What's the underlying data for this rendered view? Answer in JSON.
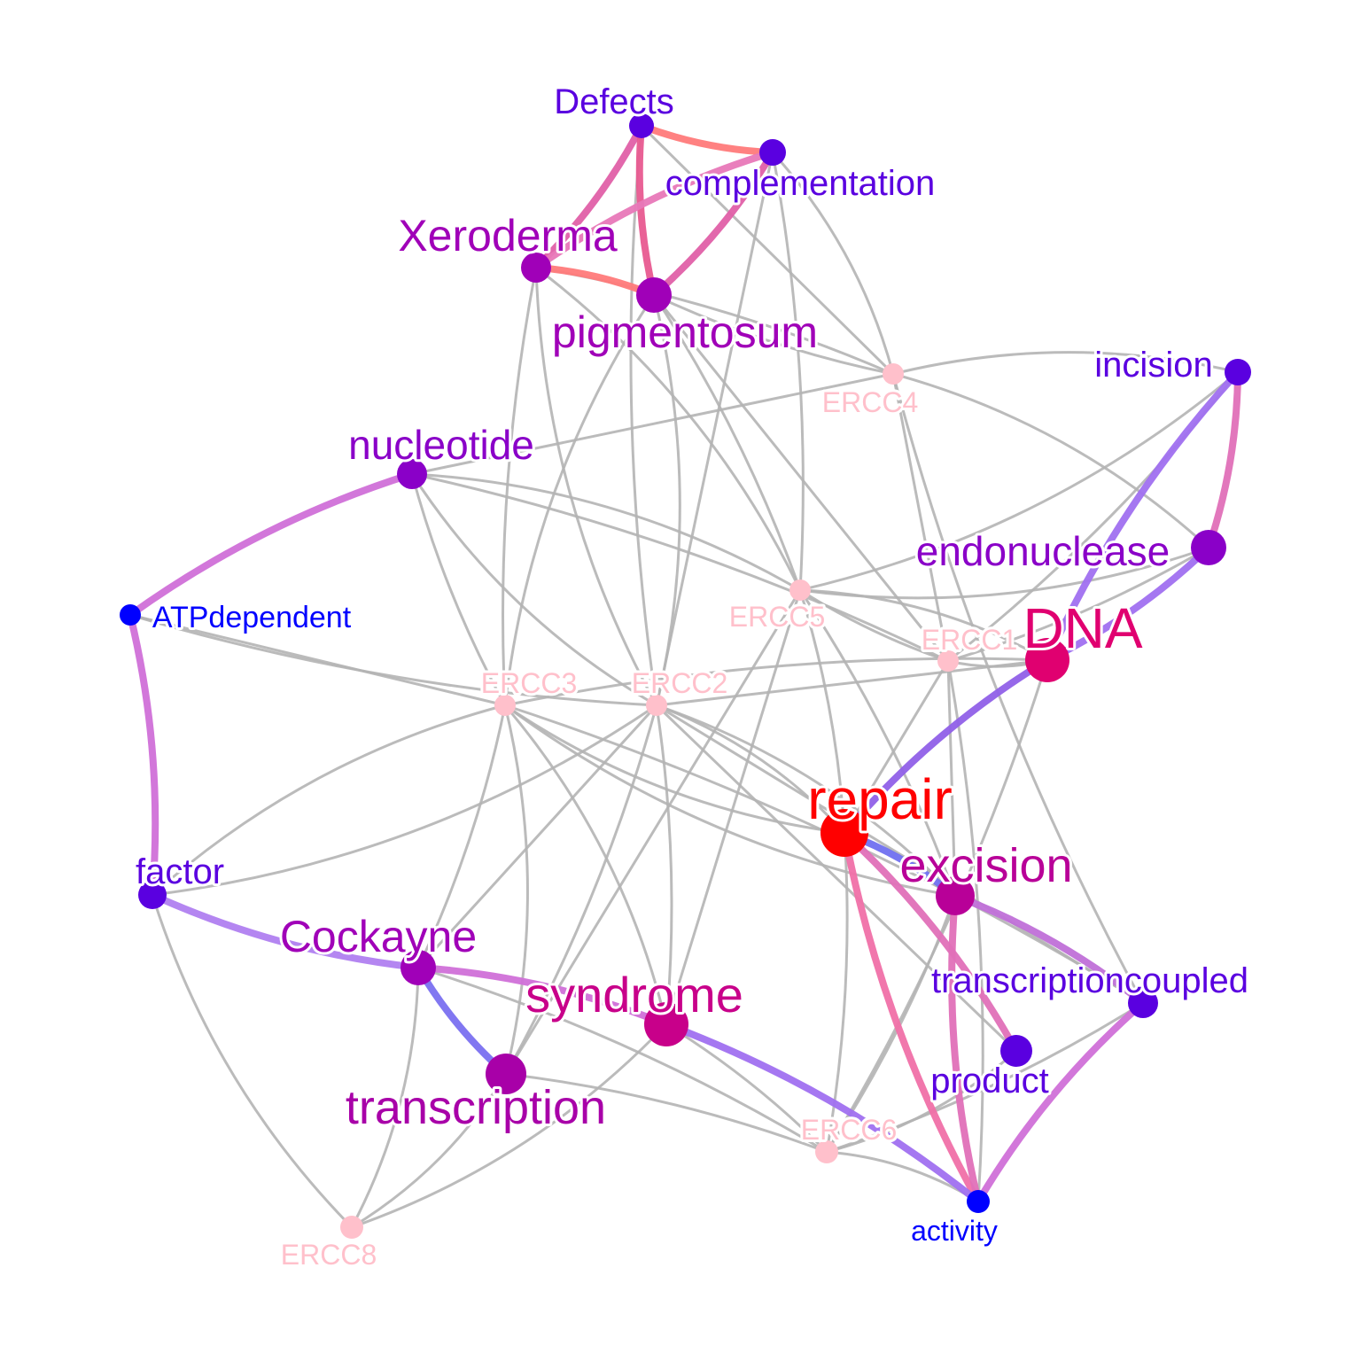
{
  "nodes": [
    {
      "id": "defects",
      "label": "Defects",
      "color": "#5a00e0",
      "kind": "term"
    },
    {
      "id": "complementation",
      "label": "complementation",
      "color": "#5a00e0",
      "kind": "term"
    },
    {
      "id": "xeroderma",
      "label": "Xeroderma",
      "color": "#a000b8",
      "kind": "term"
    },
    {
      "id": "pigmentosum",
      "label": "pigmentosum",
      "color": "#a000b8",
      "kind": "term"
    },
    {
      "id": "incision",
      "label": "incision",
      "color": "#5a00e0",
      "kind": "term"
    },
    {
      "id": "ercc4",
      "label": "ERCC4",
      "color": "#ffc0cb",
      "kind": "gene"
    },
    {
      "id": "nucleotide",
      "label": "nucleotide",
      "color": "#8a00c8",
      "kind": "term"
    },
    {
      "id": "endonuclease",
      "label": "endonuclease",
      "color": "#8a00c8",
      "kind": "term"
    },
    {
      "id": "ercc5",
      "label": "ERCC5",
      "color": "#ffc0cb",
      "kind": "gene"
    },
    {
      "id": "atpdependent",
      "label": "ATPdependent",
      "color": "#0000ff",
      "kind": "term"
    },
    {
      "id": "dna",
      "label": "DNA",
      "color": "#e00070",
      "kind": "term"
    },
    {
      "id": "ercc1",
      "label": "ERCC1",
      "color": "#ffc0cb",
      "kind": "gene"
    },
    {
      "id": "ercc3",
      "label": "ERCC3",
      "color": "#ffc0cb",
      "kind": "gene"
    },
    {
      "id": "ercc2",
      "label": "ERCC2",
      "color": "#ffc0cb",
      "kind": "gene"
    },
    {
      "id": "repair",
      "label": "repair",
      "color": "#ff0000",
      "kind": "term"
    },
    {
      "id": "excision",
      "label": "excision",
      "color": "#b80098",
      "kind": "term"
    },
    {
      "id": "factor",
      "label": "factor",
      "color": "#5a00e0",
      "kind": "term"
    },
    {
      "id": "cockayne",
      "label": "Cockayne",
      "color": "#a000b8",
      "kind": "term"
    },
    {
      "id": "transcriptioncoupled",
      "label": "transcriptioncoupled",
      "color": "#5a00e0",
      "kind": "term"
    },
    {
      "id": "syndrome",
      "label": "syndrome",
      "color": "#c8008a",
      "kind": "term"
    },
    {
      "id": "product",
      "label": "product",
      "color": "#5a00e0",
      "kind": "term"
    },
    {
      "id": "transcription",
      "label": "transcription",
      "color": "#a800a8",
      "kind": "term"
    },
    {
      "id": "ercc6",
      "label": "ERCC6",
      "color": "#ffc0cb",
      "kind": "gene"
    },
    {
      "id": "activity",
      "label": "activity",
      "color": "#0000ff",
      "kind": "term"
    },
    {
      "id": "ercc8",
      "label": "ERCC8",
      "color": "#ffc0cb",
      "kind": "gene"
    }
  ],
  "edges_colored": [
    {
      "from": "defects",
      "to": "complementation",
      "color": "#ff7a7a"
    },
    {
      "from": "defects",
      "to": "xeroderma",
      "color": "#e060a8"
    },
    {
      "from": "defects",
      "to": "pigmentosum",
      "color": "#e85a90"
    },
    {
      "from": "complementation",
      "to": "pigmentosum",
      "color": "#e060a8"
    },
    {
      "from": "complementation",
      "to": "xeroderma",
      "color": "#e878b8"
    },
    {
      "from": "xeroderma",
      "to": "pigmentosum",
      "color": "#ff7a7a"
    },
    {
      "from": "nucleotide",
      "to": "atpdependent",
      "color": "#d070d8"
    },
    {
      "from": "atpdependent",
      "to": "factor",
      "color": "#d070d8"
    },
    {
      "from": "factor",
      "to": "cockayne",
      "color": "#b080f0"
    },
    {
      "from": "cockayne",
      "to": "syndrome",
      "color": "#d070d8"
    },
    {
      "from": "cockayne",
      "to": "transcription",
      "color": "#7a70f0"
    },
    {
      "from": "incision",
      "to": "endonuclease",
      "color": "#e070b8"
    },
    {
      "from": "incision",
      "to": "dna",
      "color": "#a070f0"
    },
    {
      "from": "endonuclease",
      "to": "dna",
      "color": "#a070f0"
    },
    {
      "from": "dna",
      "to": "repair",
      "color": "#9060e8"
    },
    {
      "from": "repair",
      "to": "excision",
      "color": "#7070f0"
    },
    {
      "from": "repair",
      "to": "activity",
      "color": "#f070a8"
    },
    {
      "from": "repair",
      "to": "product",
      "color": "#e070b8"
    },
    {
      "from": "excision",
      "to": "activity",
      "color": "#e070b8"
    },
    {
      "from": "excision",
      "to": "transcriptioncoupled",
      "color": "#c070d8"
    },
    {
      "from": "transcriptioncoupled",
      "to": "activity",
      "color": "#d070d8"
    },
    {
      "from": "syndrome",
      "to": "activity",
      "color": "#a070f0"
    }
  ],
  "edges_gray": [
    [
      "complementation",
      "ercc4"
    ],
    [
      "complementation",
      "ercc5"
    ],
    [
      "complementation",
      "ercc2"
    ],
    [
      "pigmentosum",
      "ercc4"
    ],
    [
      "pigmentosum",
      "ercc3"
    ],
    [
      "pigmentosum",
      "ercc2"
    ],
    [
      "pigmentosum",
      "ercc5"
    ],
    [
      "pigmentosum",
      "ercc1"
    ],
    [
      "xeroderma",
      "ercc3"
    ],
    [
      "xeroderma",
      "ercc2"
    ],
    [
      "xeroderma",
      "ercc5"
    ],
    [
      "xeroderma",
      "ercc4"
    ],
    [
      "defects",
      "ercc4"
    ],
    [
      "defects",
      "ercc2"
    ],
    [
      "incision",
      "ercc4"
    ],
    [
      "incision",
      "ercc5"
    ],
    [
      "incision",
      "ercc1"
    ],
    [
      "nucleotide",
      "ercc4"
    ],
    [
      "nucleotide",
      "ercc3"
    ],
    [
      "nucleotide",
      "ercc2"
    ],
    [
      "nucleotide",
      "ercc5"
    ],
    [
      "nucleotide",
      "ercc1"
    ],
    [
      "atpdependent",
      "ercc3"
    ],
    [
      "atpdependent",
      "ercc2"
    ],
    [
      "endonuclease",
      "ercc4"
    ],
    [
      "endonuclease",
      "ercc5"
    ],
    [
      "endonuclease",
      "ercc1"
    ],
    [
      "dna",
      "ercc2"
    ],
    [
      "dna",
      "ercc3"
    ],
    [
      "dna",
      "ercc5"
    ],
    [
      "dna",
      "ercc1"
    ],
    [
      "dna",
      "ercc6"
    ],
    [
      "ercc4",
      "ercc1"
    ],
    [
      "ercc5",
      "ercc1"
    ],
    [
      "ercc3",
      "repair"
    ],
    [
      "ercc2",
      "repair"
    ],
    [
      "ercc5",
      "repair"
    ],
    [
      "ercc1",
      "repair"
    ],
    [
      "ercc6",
      "repair"
    ],
    [
      "ercc3",
      "excision"
    ],
    [
      "ercc2",
      "excision"
    ],
    [
      "ercc5",
      "excision"
    ],
    [
      "ercc1",
      "excision"
    ],
    [
      "ercc6",
      "excision"
    ],
    [
      "ercc3",
      "factor"
    ],
    [
      "ercc2",
      "factor"
    ],
    [
      "ercc3",
      "cockayne"
    ],
    [
      "ercc2",
      "cockayne"
    ],
    [
      "ercc6",
      "cockayne"
    ],
    [
      "ercc8",
      "cockayne"
    ],
    [
      "ercc3",
      "syndrome"
    ],
    [
      "ercc2",
      "syndrome"
    ],
    [
      "ercc5",
      "syndrome"
    ],
    [
      "ercc6",
      "syndrome"
    ],
    [
      "ercc8",
      "syndrome"
    ],
    [
      "ercc3",
      "transcription"
    ],
    [
      "ercc2",
      "transcription"
    ],
    [
      "ercc5",
      "transcription"
    ],
    [
      "ercc6",
      "transcription"
    ],
    [
      "ercc8",
      "transcription"
    ],
    [
      "ercc8",
      "factor"
    ],
    [
      "ercc3",
      "transcriptioncoupled"
    ],
    [
      "ercc2",
      "transcriptioncoupled"
    ],
    [
      "ercc6",
      "transcriptioncoupled"
    ],
    [
      "ercc6",
      "product"
    ],
    [
      "ercc6",
      "activity"
    ],
    [
      "ercc1",
      "activity"
    ],
    [
      "ercc2",
      "product"
    ],
    [
      "ercc4",
      "transcriptioncoupled"
    ]
  ]
}
